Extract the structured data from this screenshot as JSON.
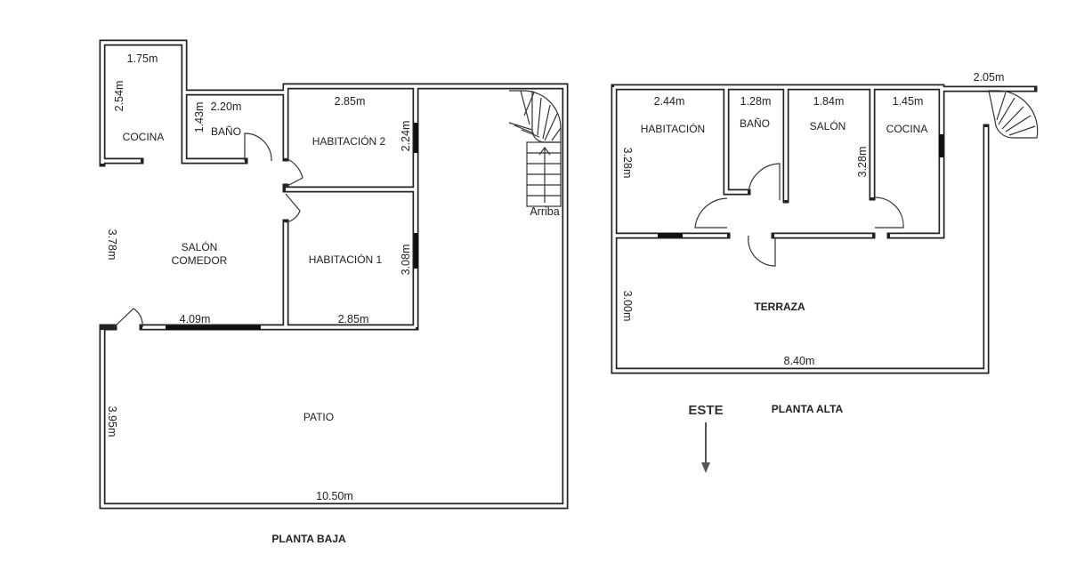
{
  "planta_baja": {
    "title": "PLANTA BAJA",
    "rooms": {
      "cocina": "COCINA",
      "bano": "BAÑO",
      "habitacion2": "HABITACIÓN 2",
      "habitacion1": "HABITACIÓN 1",
      "salon_line1": "SALÓN",
      "salon_line2": "COMEDOR",
      "patio": "PATIO"
    },
    "dimensions": {
      "cocina_width": "1.75m",
      "cocina_height": "2.54m",
      "bano_width": "2.20m",
      "bano_height": "1.43m",
      "hab2_width": "2.85m",
      "hab2_height": "2.24m",
      "hab1_width": "2.85m",
      "hab1_height": "3.08m",
      "salon_width": "4.09m",
      "salon_height": "3.78m",
      "patio_width": "10.50m",
      "patio_height": "3.95m"
    },
    "stairs_label": "Arriba"
  },
  "planta_alta": {
    "title": "PLANTA ALTA",
    "rooms": {
      "habitacion": "HABITACIÓN",
      "bano": "BAÑO",
      "salon": "SALÓN",
      "cocina": "COCINA",
      "terraza": "TERRAZA"
    },
    "dimensions": {
      "hab_width": "2.44m",
      "hab_height": "3.28m",
      "bano_width": "1.28m",
      "salon_width": "1.84m",
      "salon_height": "3.28m",
      "cocina_width": "1.45m",
      "balcony_width": "2.05m",
      "terraza_width": "8.40m",
      "terraza_height": "3.00m"
    }
  },
  "orientation": {
    "label": "ESTE"
  }
}
